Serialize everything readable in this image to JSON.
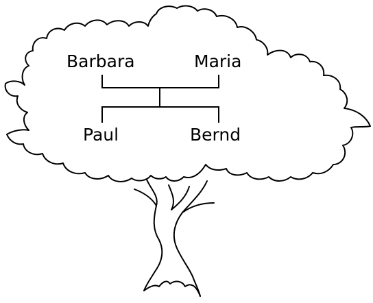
{
  "family_tree": {
    "parents": [
      "Barbara",
      "Maria"
    ],
    "children": [
      "Paul",
      "Bernd"
    ]
  }
}
